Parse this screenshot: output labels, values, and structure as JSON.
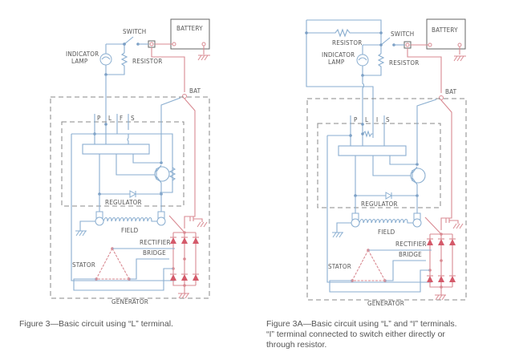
{
  "figures": [
    {
      "id": "figure-3",
      "labels": {
        "switch": "SWITCH",
        "battery": "BATTERY",
        "indicator_lamp_1": "INDICATOR",
        "indicator_lamp_2": "LAMP",
        "resistor": "RESISTOR",
        "bat": "BAT",
        "terminals": [
          "P",
          "L",
          "F",
          "S"
        ],
        "regulator": "REGULATOR",
        "field": "FIELD",
        "rectifier": "RECTIFIER",
        "bridge": "BRIDGE",
        "stator": "STATOR",
        "generator": "GENERATOR"
      },
      "caption": "Figure 3—Basic circuit using “L” terminal."
    },
    {
      "id": "figure-3a",
      "labels": {
        "switch": "SWITCH",
        "battery": "BATTERY",
        "indicator_lamp_1": "INDICATOR",
        "indicator_lamp_2": "LAMP",
        "resistor_top": "RESISTOR",
        "resistor": "RESISTOR",
        "bat": "BAT",
        "terminals": [
          "P",
          "L",
          "I",
          "S"
        ],
        "regulator": "REGULATOR",
        "field": "FIELD",
        "rectifier": "RECTIFIER",
        "bridge": "BRIDGE",
        "stator": "STATOR",
        "generator": "GENERATOR"
      },
      "caption_lines": [
        "Figure 3A—Basic circuit using “L” and “I” terminals.",
        "“I” terminal connected to switch either directly or",
        "through resistor."
      ]
    }
  ],
  "colors": {
    "wire_control": "#8aaed0",
    "wire_power": "#d98a92",
    "diode": "#d45a6a",
    "outline": "#888888"
  }
}
